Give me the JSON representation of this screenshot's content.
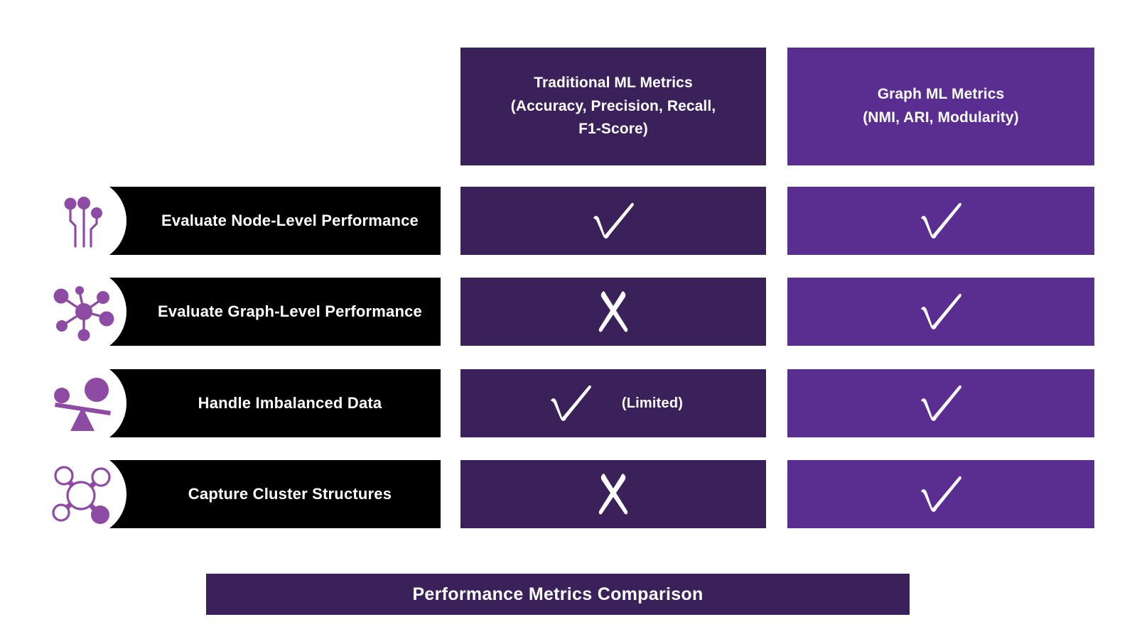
{
  "colors": {
    "traditional_column": "#3b2159",
    "graph_column": "#5a2d91",
    "label_bar": "#000000",
    "icon_purple": "#8e4ba3",
    "text_white": "#ffffff",
    "background": "#ffffff"
  },
  "headers": {
    "traditional": {
      "line1": "Traditional ML Metrics",
      "line2": "(Accuracy, Precision, Recall,",
      "line3": "F1-Score)"
    },
    "graph": {
      "line1": "Graph ML Metrics",
      "line2": "(NMI, ARI, Modularity)"
    }
  },
  "rows": [
    {
      "label": "Evaluate Node-Level Performance",
      "icon": "node-level-probe-icon",
      "traditional": {
        "mark": "check",
        "note": ""
      },
      "graph": {
        "mark": "check",
        "note": ""
      }
    },
    {
      "label": "Evaluate Graph-Level Performance",
      "icon": "network-hub-icon",
      "traditional": {
        "mark": "cross",
        "note": ""
      },
      "graph": {
        "mark": "check",
        "note": ""
      }
    },
    {
      "label": "Handle Imbalanced Data",
      "icon": "balance-scale-icon",
      "traditional": {
        "mark": "check",
        "note": "(Limited)"
      },
      "graph": {
        "mark": "check",
        "note": ""
      }
    },
    {
      "label": "Capture Cluster Structures",
      "icon": "cluster-molecule-icon",
      "traditional": {
        "mark": "cross",
        "note": ""
      },
      "graph": {
        "mark": "check",
        "note": ""
      }
    }
  ],
  "banner": {
    "title": "Performance Metrics Comparison"
  }
}
